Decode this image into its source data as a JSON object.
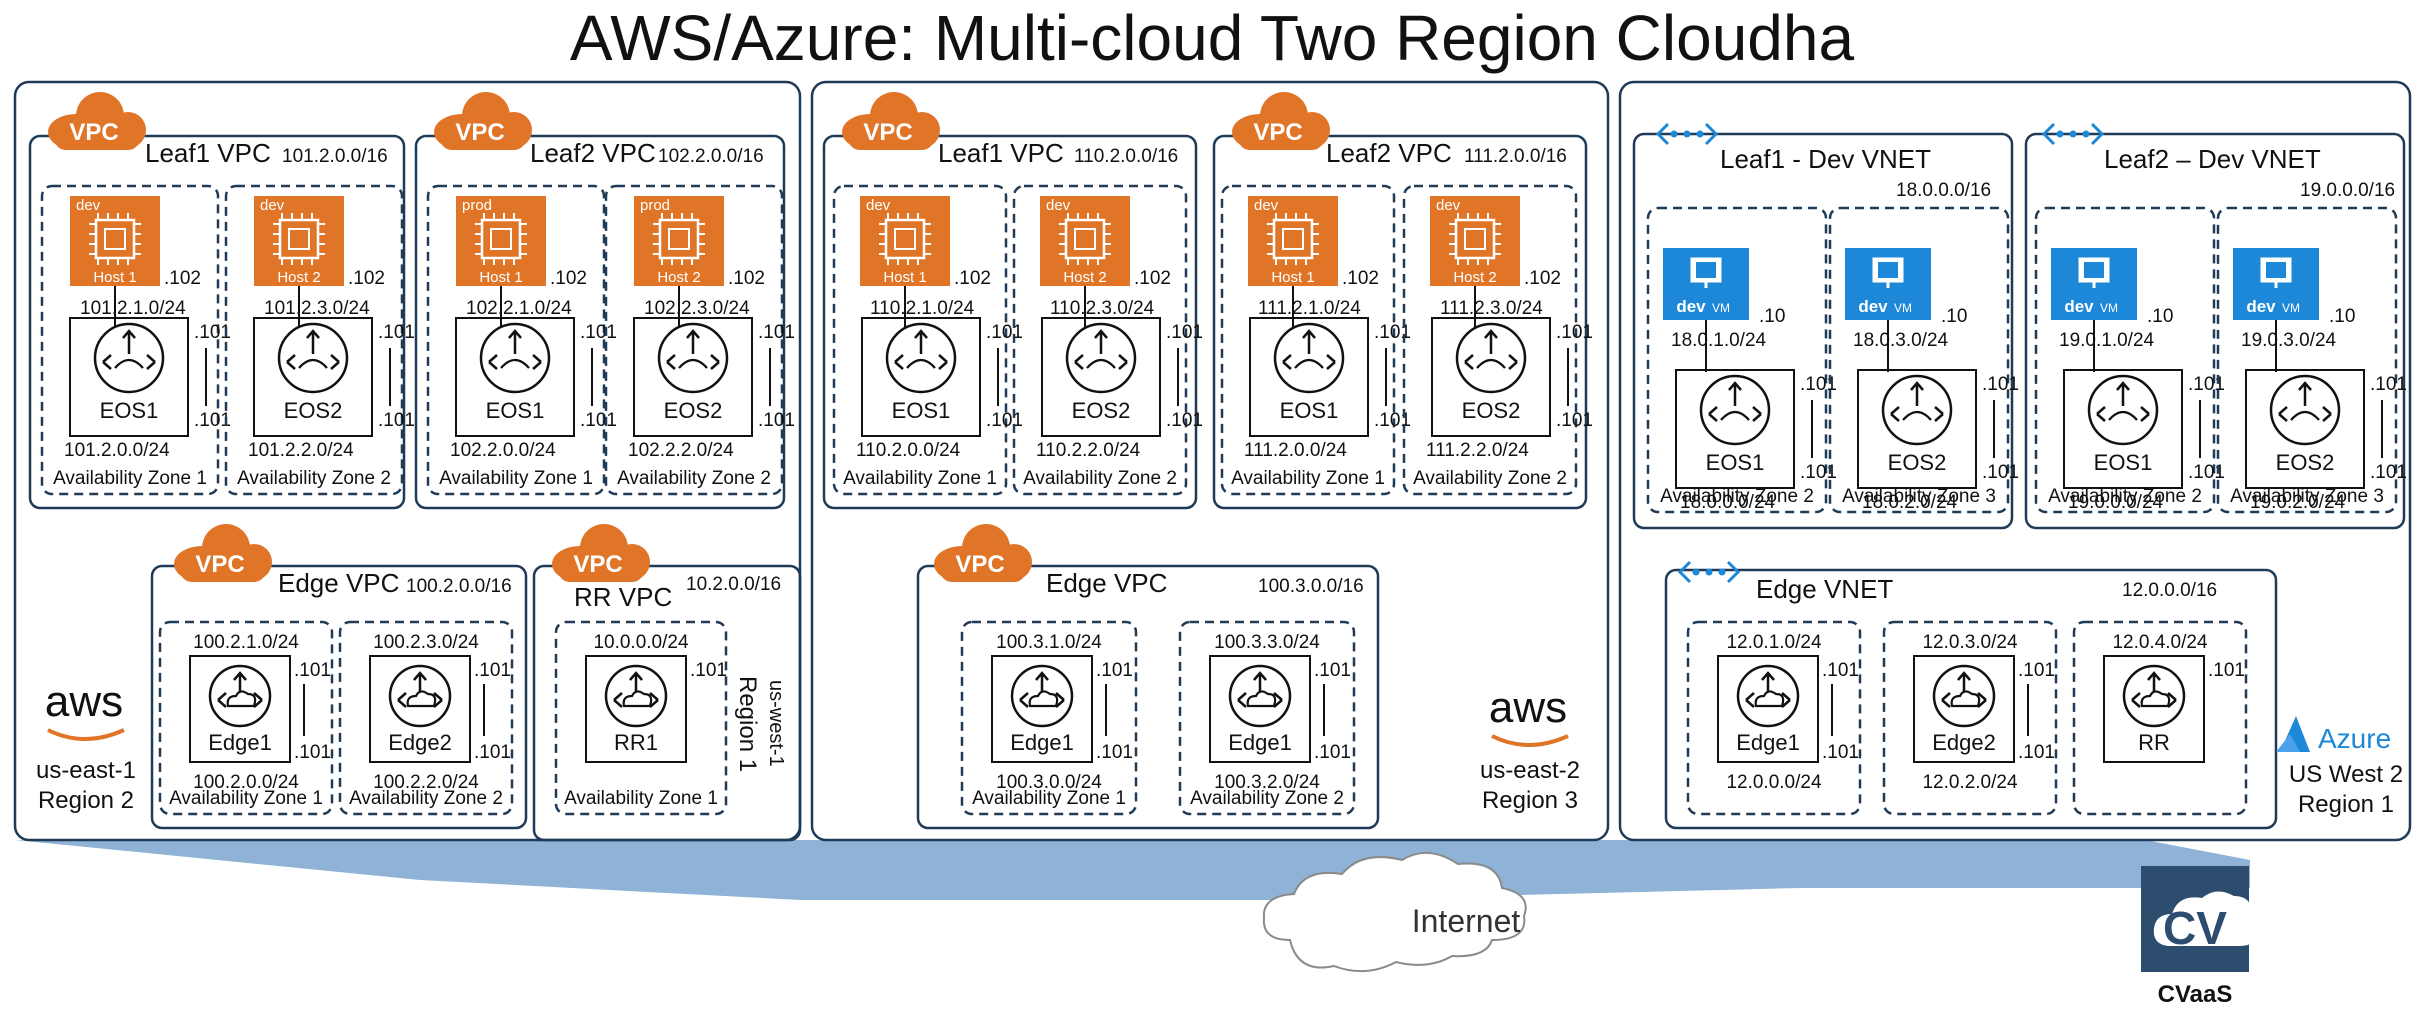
{
  "title": "AWS/Azure: Multi-cloud Two Region Cloudha",
  "internet_label": "Internet",
  "cvaas_label": "CVaaS",
  "cvaas_logo_text": "CV",
  "colors": {
    "border": "#1f3b57",
    "aws_orange": "#e07528",
    "azure_blue": "#1e88d8",
    "cloud_band": "#8fb3d6",
    "cvaas_bg": "#2d4d6e"
  },
  "regions": [
    {
      "provider": "aws",
      "provider_logo_text": "aws",
      "label_line1": "us-east-1",
      "label_line2": "Region 2",
      "vpcs": [
        {
          "badge": "VPC",
          "name": "Leaf1 VPC",
          "cidr": "101.2.0.0/16",
          "zones": [
            {
              "zone": "Availability Zone 1",
              "host_tag": "dev",
              "host_label": "Host 1",
              "host_ip": ".102",
              "host_subnet": "101.2.1.0/24",
              "router": "EOS1",
              "ip_top": ".101",
              "ip_bot": ".101",
              "transit": "101.2.0.0/24"
            },
            {
              "zone": "Availability Zone 2",
              "host_tag": "dev",
              "host_label": "Host 2",
              "host_ip": ".102",
              "host_subnet": "101.2.3.0/24",
              "router": "EOS2",
              "ip_top": ".101",
              "ip_bot": ".101",
              "transit": "101.2.2.0/24"
            }
          ]
        },
        {
          "badge": "VPC",
          "name": "Leaf2 VPC",
          "cidr": "102.2.0.0/16",
          "zones": [
            {
              "zone": "Availability Zone 1",
              "host_tag": "prod",
              "host_label": "Host 1",
              "host_ip": ".102",
              "host_subnet": "102.2.1.0/24",
              "router": "EOS1",
              "ip_top": ".101",
              "ip_bot": ".101",
              "transit": "102.2.0.0/24"
            },
            {
              "zone": "Availability Zone 2",
              "host_tag": "prod",
              "host_label": "Host 2",
              "host_ip": ".102",
              "host_subnet": "102.2.3.0/24",
              "router": "EOS2",
              "ip_top": ".101",
              "ip_bot": ".101",
              "transit": "102.2.2.0/24"
            }
          ]
        },
        {
          "badge": "VPC",
          "name": "Edge VPC",
          "cidr": "100.2.0.0/16",
          "zones": [
            {
              "zone": "Availability Zone 1",
              "subnet_top": "100.2.1.0/24",
              "router": "Edge1",
              "ip_top": ".101",
              "ip_bot": ".101",
              "transit": "100.2.0.0/24"
            },
            {
              "zone": "Availability Zone 2",
              "subnet_top": "100.2.3.0/24",
              "router": "Edge2",
              "ip_top": ".101",
              "ip_bot": ".101",
              "transit": "100.2.2.0/24"
            }
          ]
        },
        {
          "badge": "VPC",
          "name": "RR VPC",
          "cidr": "10.2.0.0/16",
          "side_label_line1": "us-west-1",
          "side_label_line2": "Region 1",
          "zones": [
            {
              "zone": "Availability Zone 1",
              "subnet_top": "10.0.0.0/24",
              "router": "RR1",
              "ip_top": ".101"
            }
          ]
        }
      ]
    },
    {
      "provider": "aws",
      "provider_logo_text": "aws",
      "label_line1": "us-east-2",
      "label_line2": "Region 3",
      "vpcs": [
        {
          "badge": "VPC",
          "name": "Leaf1 VPC",
          "cidr": "110.2.0.0/16",
          "zones": [
            {
              "zone": "Availability Zone 1",
              "host_tag": "dev",
              "host_label": "Host 1",
              "host_ip": ".102",
              "host_subnet": "110.2.1.0/24",
              "router": "EOS1",
              "ip_top": ".101",
              "ip_bot": ".101",
              "transit": "110.2.0.0/24"
            },
            {
              "zone": "Availability Zone 2",
              "host_tag": "dev",
              "host_label": "Host 2",
              "host_ip": ".102",
              "host_subnet": "110.2.3.0/24",
              "router": "EOS2",
              "ip_top": ".101",
              "ip_bot": ".101",
              "transit": "110.2.2.0/24"
            }
          ]
        },
        {
          "badge": "VPC",
          "name": "Leaf2 VPC",
          "cidr": "111.2.0.0/16",
          "zones": [
            {
              "zone": "Availability Zone 1",
              "host_tag": "dev",
              "host_label": "Host 1",
              "host_ip": ".102",
              "host_subnet": "111.2.1.0/24",
              "router": "EOS1",
              "ip_top": ".101",
              "ip_bot": ".101",
              "transit": "111.2.0.0/24"
            },
            {
              "zone": "Availability Zone 2",
              "host_tag": "dev",
              "host_label": "Host 2",
              "host_ip": ".102",
              "host_subnet": "111.2.3.0/24",
              "router": "EOS2",
              "ip_top": ".101",
              "ip_bot": ".101",
              "transit": "111.2.2.0/24"
            }
          ]
        },
        {
          "badge": "VPC",
          "name": "Edge VPC",
          "cidr": "100.3.0.0/16",
          "zones": [
            {
              "zone": "Availability Zone 1",
              "subnet_top": "100.3.1.0/24",
              "router": "Edge1",
              "ip_top": ".101",
              "ip_bot": ".101",
              "transit": "100.3.0.0/24"
            },
            {
              "zone": "Availability Zone 2",
              "subnet_top": "100.3.3.0/24",
              "router": "Edge1",
              "ip_top": ".101",
              "ip_bot": ".101",
              "transit": "100.3.2.0/24"
            }
          ]
        }
      ]
    },
    {
      "provider": "azure",
      "provider_logo_text": "Azure",
      "label_line1": "US West 2",
      "label_line2": "Region 1",
      "vnets": [
        {
          "name": "Leaf1 - Dev VNET",
          "cidr": "18.0.0.0/16",
          "zones": [
            {
              "zone": "Availability Zone 2",
              "vm_tag": "dev",
              "vm_label": "VM",
              "vm_ip": ".10",
              "vm_subnet": "18.0.1.0/24",
              "router": "EOS1",
              "ip_top": ".101",
              "ip_bot": ".101",
              "transit": "18.0.0.0/24"
            },
            {
              "zone": "Availability Zone 3",
              "vm_tag": "dev",
              "vm_label": "VM",
              "vm_ip": ".10",
              "vm_subnet": "18.0.3.0/24",
              "router": "EOS2",
              "ip_top": ".101",
              "ip_bot": ".101",
              "transit": "18.0.2.0/24"
            }
          ]
        },
        {
          "name": "Leaf2 – Dev VNET",
          "cidr": "19.0.0.0/16",
          "zones": [
            {
              "zone": "Availability Zone 2",
              "vm_tag": "dev",
              "vm_label": "VM",
              "vm_ip": ".10",
              "vm_subnet": "19.0.1.0/24",
              "router": "EOS1",
              "ip_top": ".101",
              "ip_bot": ".101",
              "transit": "19.0.0.0/24"
            },
            {
              "zone": "Availability Zone 3",
              "vm_tag": "dev",
              "vm_label": "VM",
              "vm_ip": ".10",
              "vm_subnet": "19.0.3.0/24",
              "router": "EOS2",
              "ip_top": ".101",
              "ip_bot": ".101",
              "transit": "19.0.2.0/24"
            }
          ]
        },
        {
          "name": "Edge VNET",
          "cidr": "12.0.0.0/16",
          "zones": [
            {
              "subnet_top": "12.0.1.0/24",
              "router": "Edge1",
              "ip_top": ".101",
              "ip_bot": ".101",
              "transit": "12.0.0.0/24"
            },
            {
              "subnet_top": "12.0.3.0/24",
              "router": "Edge2",
              "ip_top": ".101",
              "ip_bot": ".101",
              "transit": "12.0.2.0/24"
            },
            {
              "subnet_top": "12.0.4.0/24",
              "router": "RR",
              "ip_top": ".101"
            }
          ]
        }
      ]
    }
  ]
}
